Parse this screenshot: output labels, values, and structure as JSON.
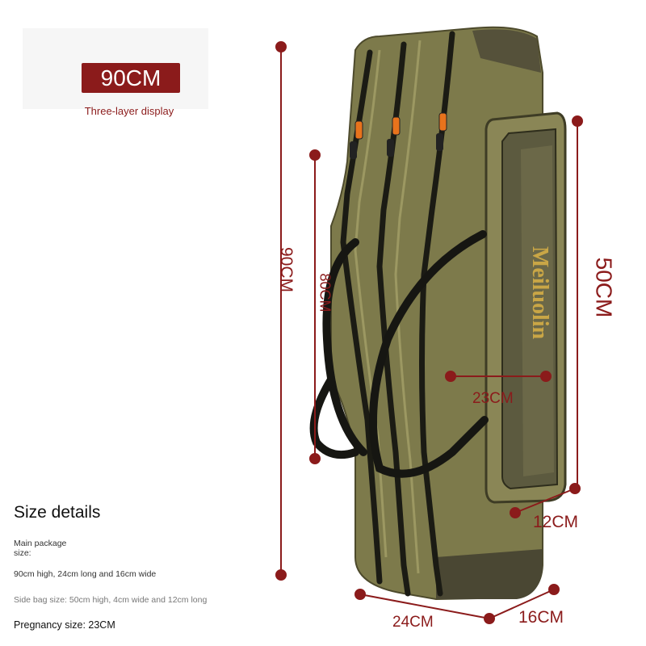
{
  "badge": {
    "label": "90CM",
    "caption": "Three-layer display"
  },
  "brand": "Meiluolin",
  "dimensions": {
    "total_height": "90CM",
    "strap_length": "80CM",
    "side_bag_height": "50CM",
    "side_bag_width": "23CM",
    "side_bag_depth": "12CM",
    "base_length": "24CM",
    "base_depth": "16CM"
  },
  "details": {
    "title": "Size details",
    "main_package": "Main package size:",
    "main_package_values": "90cm high, 24cm long and 16cm wide",
    "side_bag": "Side bag size: 50cm high, 4cm wide and 12cm long",
    "pregnancy": "Pregnancy size: 23CM"
  },
  "colors": {
    "accent": "#8b1b1b",
    "bag": "#7d7a4b",
    "bag_dark": "#5e5b36",
    "zipper_pull": "#e8731c"
  }
}
